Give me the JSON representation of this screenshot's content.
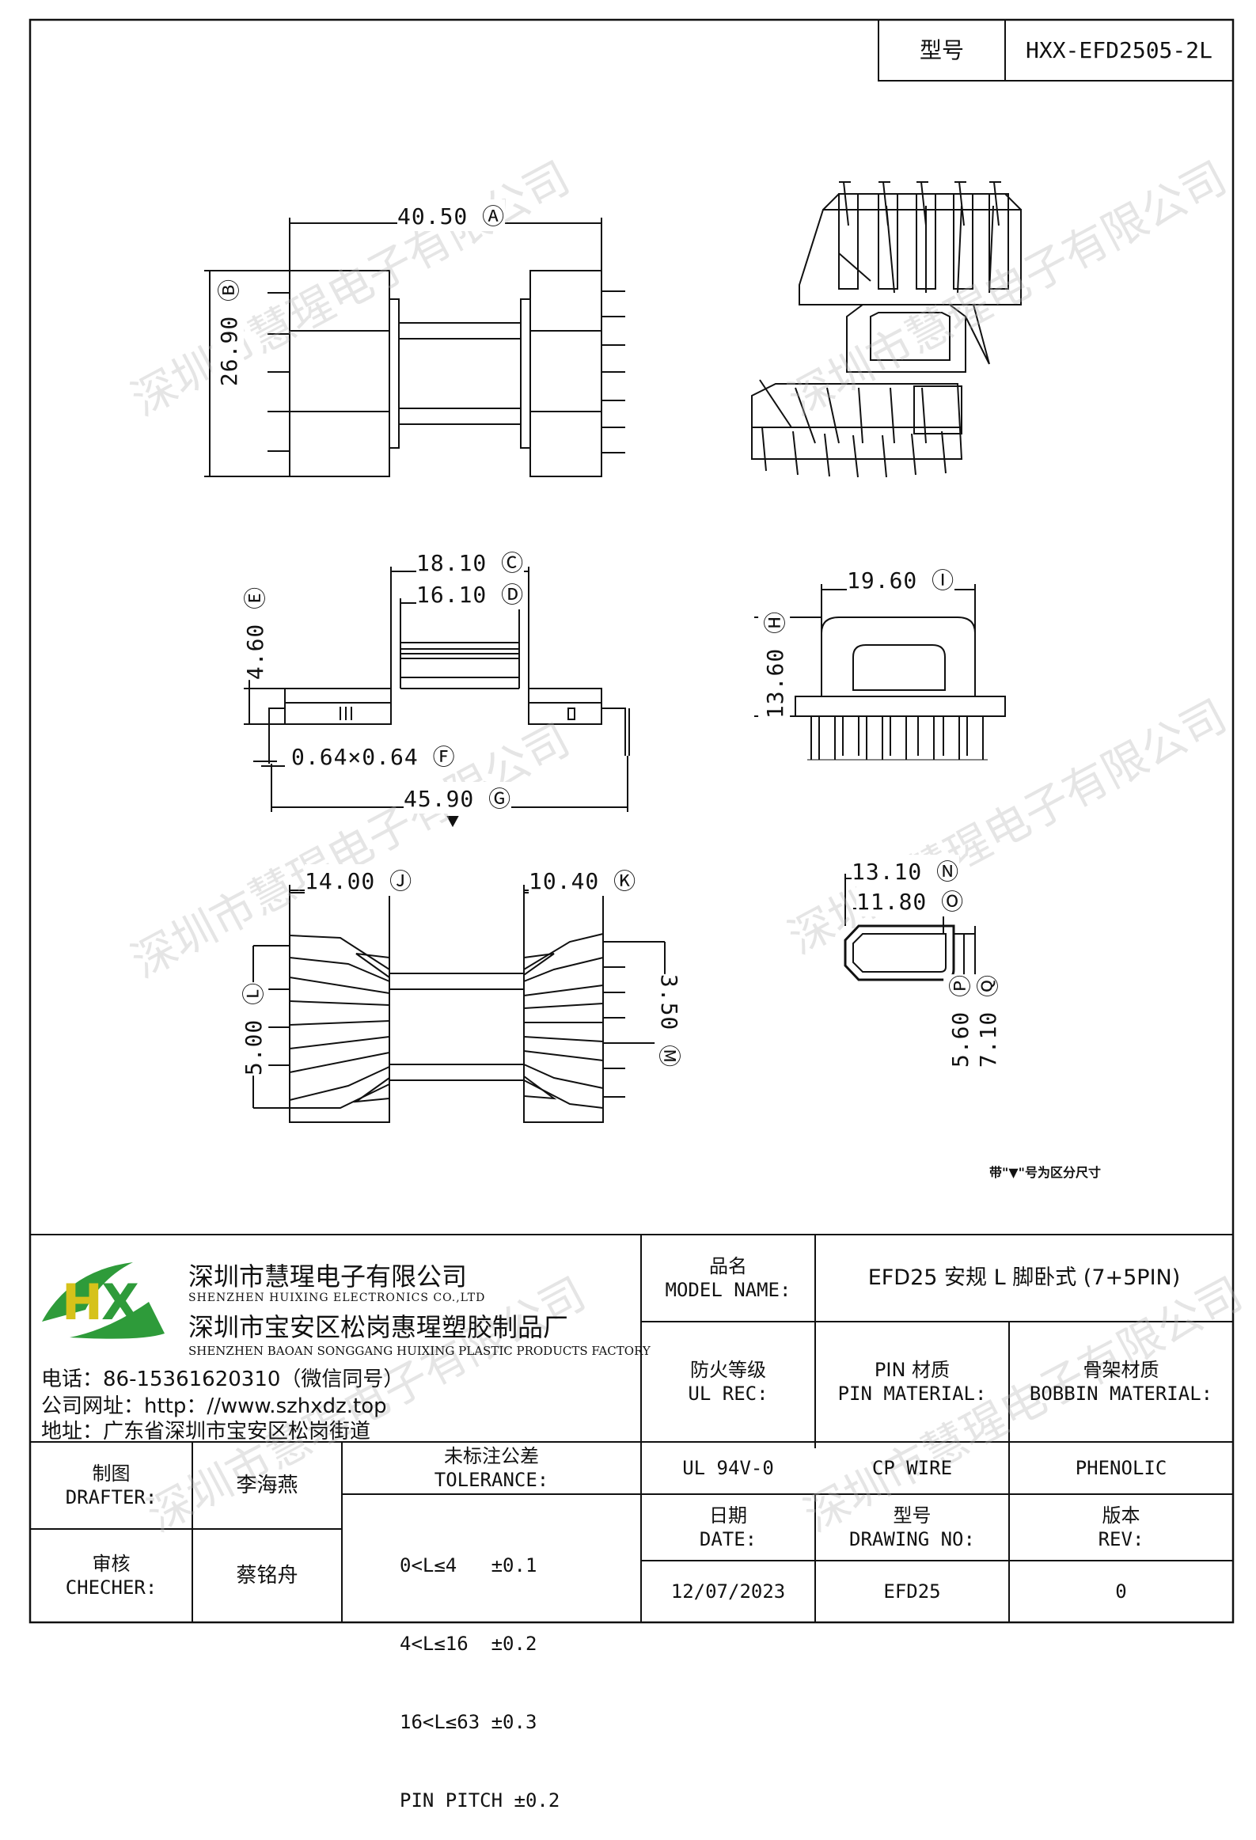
{
  "title_block": {
    "model_label": "型号",
    "model_value": "HXX-EFD2505-2L"
  },
  "dimensions": {
    "A": "40.50",
    "B": "26.90",
    "C": "18.10",
    "D": "16.10",
    "E": "4.60",
    "F": "0.64×0.64",
    "G": "45.90",
    "H": "13.60",
    "I": "19.60",
    "J": "14.00",
    "K": "10.40",
    "L": "5.00",
    "M": "3.50",
    "N": "13.10",
    "O": "11.80",
    "P": "5.60",
    "Q": "7.10"
  },
  "note": "带\"▼\"号为区分尺寸",
  "company": {
    "name_cn": "深圳市慧瑆电子有限公司",
    "name_en": "SHENZHEN HUIXING ELECTRONICS CO.,LTD",
    "factory_cn": "深圳市宝安区松岗惠瑆塑胶制品厂",
    "factory_en": "SHENZHEN BAOAN SONGGANG HUIXING PLASTIC PRODUCTS FACTORY",
    "phone": "电话：86-15361620310（微信同号）",
    "website": "公司网址：http：//www.szhxdz.top",
    "address": "地址：广东省深圳市宝安区松岗街道",
    "logo_text": "HX"
  },
  "watermark": "深圳市慧瑆电子有限公司",
  "table": {
    "model_name_cn": "品名",
    "model_name_en": "MODEL NAME:",
    "model_name_value": "EFD25 安规 L 脚卧式 (7+5PIN)",
    "fire_cn": "防火等级",
    "fire_en": "UL REC:",
    "fire_value": "UL 94V-0",
    "pin_cn": "PIN 材质",
    "pin_en": "PIN MATERIAL:",
    "pin_value": "CP WIRE",
    "bobbin_cn": "骨架材质",
    "bobbin_en": "BOBBIN MATERIAL:",
    "bobbin_value": "PHENOLIC",
    "drafter_cn": "制图",
    "drafter_en": "DRAFTER:",
    "drafter_value": "李海燕",
    "checker_cn": "审核",
    "checker_en": "CHECHER:",
    "checker_value": "蔡铭舟",
    "tolerance_cn": "未标注公差",
    "tolerance_en": "TOLERANCE:",
    "tolerance_lines": [
      "0<L≤4   ±0.1",
      "4<L≤16  ±0.2",
      "16<L≤63 ±0.3",
      "PIN PITCH ±0.2"
    ],
    "date_cn": "日期",
    "date_en": "DATE:",
    "date_value": "12/07/2023",
    "drawing_cn": "型号",
    "drawing_en": "DRAWING NO:",
    "drawing_value": "EFD25",
    "rev_cn": "版本",
    "rev_en": "REV:",
    "rev_value": "0"
  },
  "colors": {
    "line": "#111111",
    "logo_green": "#2e9b3a",
    "logo_yellow": "#d6c21a",
    "watermark": "#bdbdbd"
  }
}
